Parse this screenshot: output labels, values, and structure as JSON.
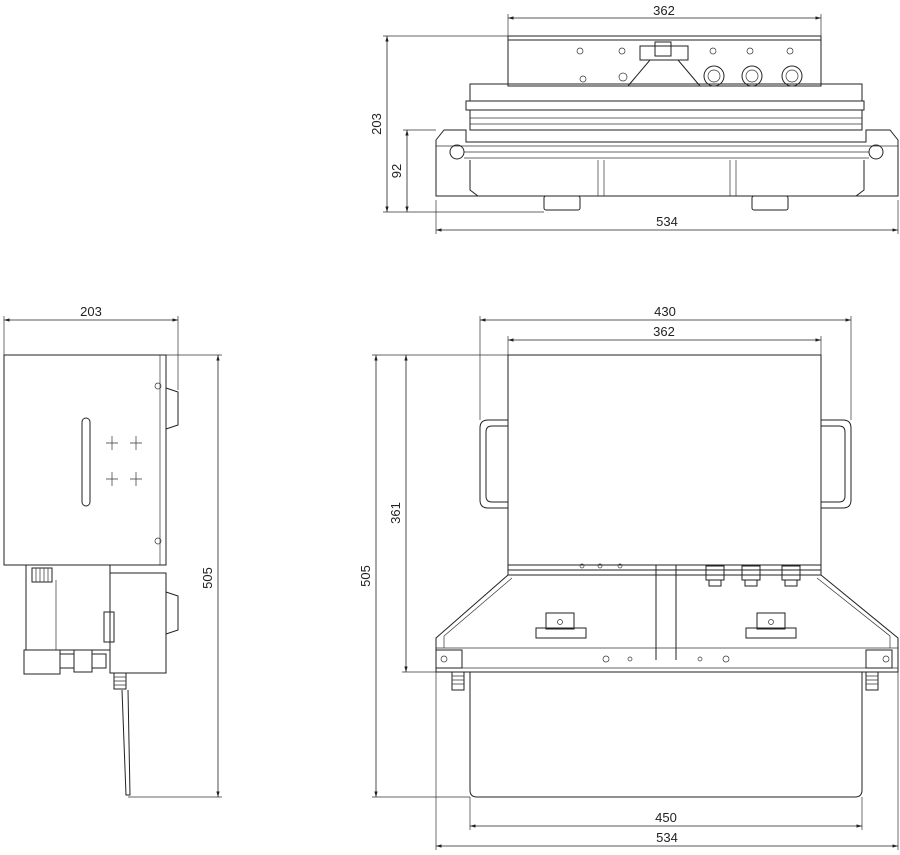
{
  "views": {
    "top": {
      "width_total": "534",
      "width_body": "362",
      "height_total": "203",
      "height_lower": "92"
    },
    "side": {
      "width": "203",
      "height": "505"
    },
    "front": {
      "width_outer": "430",
      "width_body": "362",
      "height_body": "361",
      "height_total": "505",
      "width_tray": "450",
      "width_base": "534"
    }
  },
  "colors": {
    "line": "#222222",
    "background": "#ffffff"
  }
}
